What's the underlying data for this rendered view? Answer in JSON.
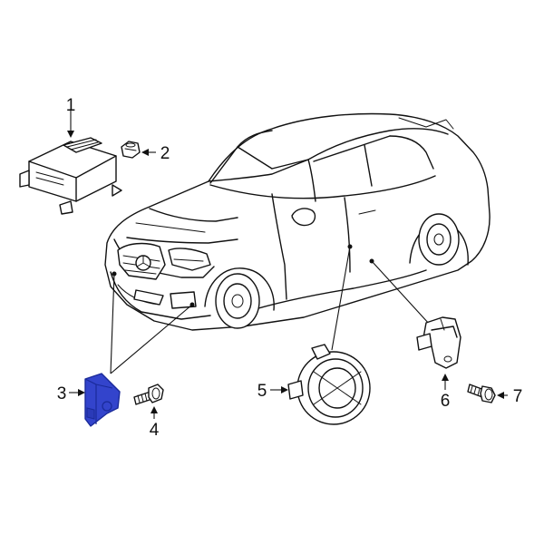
{
  "diagram": {
    "callouts": [
      {
        "id": "1",
        "label": "1"
      },
      {
        "id": "2",
        "label": "2"
      },
      {
        "id": "3",
        "label": "3"
      },
      {
        "id": "4",
        "label": "4"
      },
      {
        "id": "5",
        "label": "5"
      },
      {
        "id": "6",
        "label": "6"
      },
      {
        "id": "7",
        "label": "7"
      }
    ],
    "colors": {
      "line": "#111111",
      "highlight": "#3344cc",
      "highlight_dark": "#1a2a99",
      "background": "#ffffff"
    }
  }
}
